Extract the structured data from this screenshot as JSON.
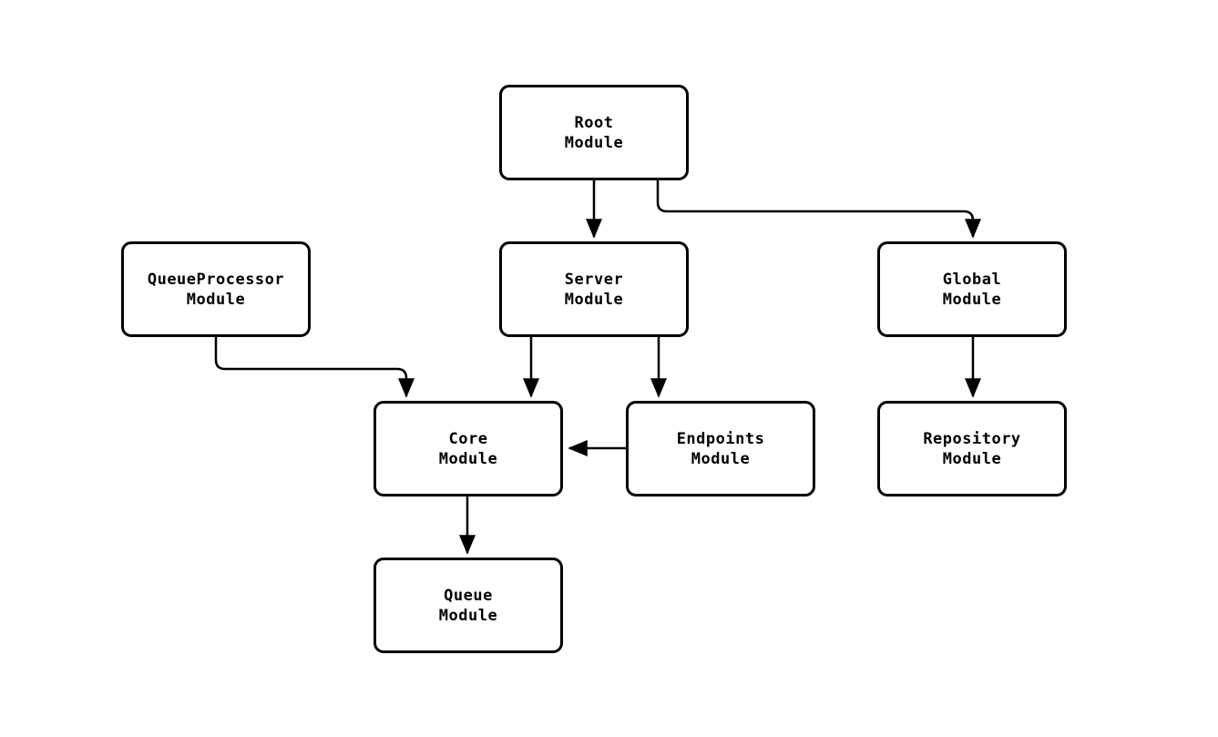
{
  "diagram": {
    "kind": "module-dependency-graph",
    "colors": {
      "background": "#ffffff",
      "node_fill": "#ffffff",
      "node_stroke": "#000000",
      "edge_stroke": "#000000",
      "text": "#000000"
    },
    "nodes": [
      {
        "id": "root-module",
        "lines": [
          "Root",
          "Module"
        ]
      },
      {
        "id": "queueprocessor-module",
        "lines": [
          "QueueProcessor",
          "Module"
        ]
      },
      {
        "id": "server-module",
        "lines": [
          "Server",
          "Module"
        ]
      },
      {
        "id": "global-module",
        "lines": [
          "Global",
          "Module"
        ]
      },
      {
        "id": "core-module",
        "lines": [
          "Core",
          "Module"
        ]
      },
      {
        "id": "endpoints-module",
        "lines": [
          "Endpoints",
          "Module"
        ]
      },
      {
        "id": "repository-module",
        "lines": [
          "Repository",
          "Module"
        ]
      },
      {
        "id": "queue-module",
        "lines": [
          "Queue",
          "Module"
        ]
      }
    ],
    "edges": [
      {
        "from": "Root Module",
        "to": "Server Module"
      },
      {
        "from": "Root Module",
        "to": "Global Module"
      },
      {
        "from": "QueueProcessor Module",
        "to": "Core Module"
      },
      {
        "from": "Server Module",
        "to": "Core Module"
      },
      {
        "from": "Server Module",
        "to": "Endpoints Module"
      },
      {
        "from": "Endpoints Module",
        "to": "Core Module"
      },
      {
        "from": "Global Module",
        "to": "Repository Module"
      },
      {
        "from": "Core Module",
        "to": "Queue Module"
      }
    ]
  }
}
